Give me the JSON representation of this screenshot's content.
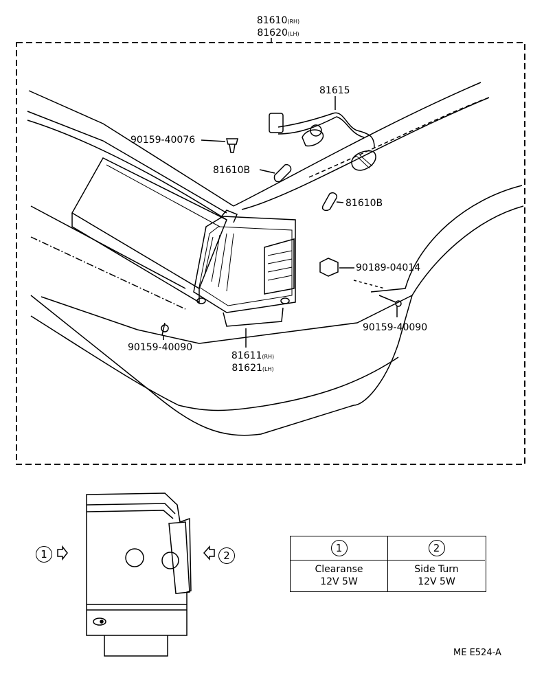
{
  "diagram": {
    "assembly": {
      "part_rh": "81610",
      "suffix_rh": "(RH)",
      "part_lh": "81620",
      "suffix_lh": "(LH)"
    },
    "wire_harness": "81615",
    "bulb_upper": "81610B",
    "bulb_lower": "81610B",
    "screw_top": "90159-40076",
    "nut": "90189-04014",
    "screw_right": "90159-40090",
    "screw_left": "90159-40090",
    "lens": {
      "part_rh": "81611",
      "suffix_rh": "(RH)",
      "part_lh": "81621",
      "suffix_lh": "(LH)"
    }
  },
  "legend": {
    "col1": {
      "num": "1",
      "line1": "Clearanse",
      "line2": "12V 5W"
    },
    "col2": {
      "num": "2",
      "line1": "Side Turn",
      "line2": "12V 5W"
    }
  },
  "callouts": {
    "left_num": "1",
    "right_num": "2"
  },
  "code": "ME E524-A"
}
